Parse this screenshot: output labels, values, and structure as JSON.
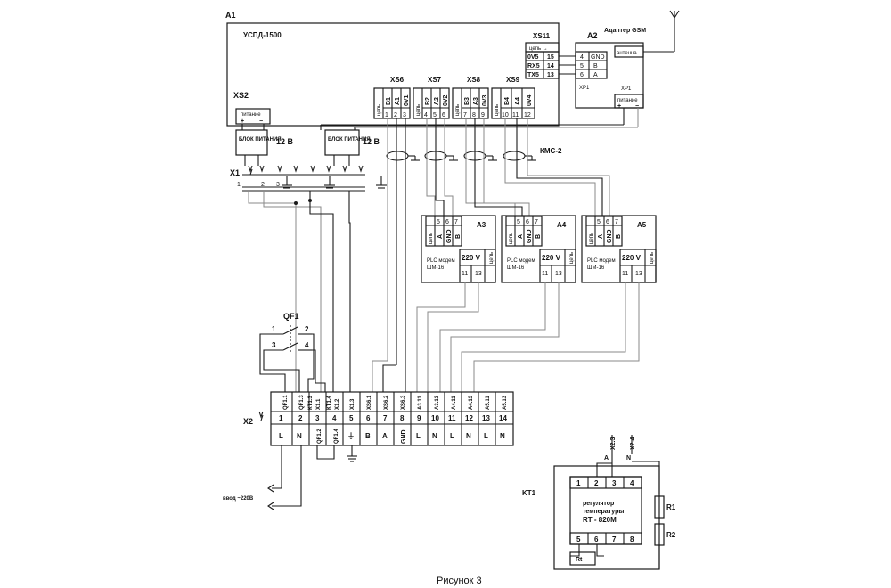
{
  "usp": {
    "label": "A1",
    "title": "УСПД-1500",
    "xs2": "XS2",
    "xs2_label": "питание"
  },
  "xs11": {
    "name": "XS11",
    "arrow": "цепь →",
    "rows": [
      {
        "sig": "0V5",
        "pin": "15"
      },
      {
        "sig": "RX5",
        "pin": "14"
      },
      {
        "sig": "TX5",
        "pin": "13"
      }
    ]
  },
  "gsm": {
    "label": "A2",
    "title": "Адаптер GSM",
    "antenna": "антенна",
    "xp1_left": "XP1",
    "xp1_right": "XP1",
    "xp1_label": "питание",
    "rows": [
      {
        "pin": "4",
        "sig": "GND"
      },
      {
        "pin": "5",
        "sig": "B"
      },
      {
        "pin": "6",
        "sig": "A"
      }
    ]
  },
  "xs_blocks": [
    {
      "name": "XS6",
      "arrow": "цепь",
      "sigs": [
        "B1",
        "A1",
        "0V1"
      ],
      "pins": [
        "1",
        "2",
        "3"
      ]
    },
    {
      "name": "XS7",
      "arrow": "цепь",
      "sigs": [
        "B2",
        "A2",
        "0V2"
      ],
      "pins": [
        "4",
        "5",
        "6"
      ]
    },
    {
      "name": "XS8",
      "arrow": "цепь",
      "sigs": [
        "B3",
        "A3",
        "0V3"
      ],
      "pins": [
        "7",
        "8",
        "9"
      ]
    },
    {
      "name": "XS9",
      "arrow": "цепь",
      "sigs": [
        "B4",
        "A4",
        "0V4"
      ],
      "pins": [
        "10",
        "11",
        "12"
      ]
    }
  ],
  "psu": [
    {
      "label": "БЛОК ПИТАНИЯ",
      "voltage": "12 В"
    },
    {
      "label": "БЛОК ПИТАНИЯ",
      "voltage": "12 В"
    }
  ],
  "cable_label": "КМС-2",
  "x1": {
    "name": "X1",
    "pins": [
      "1",
      "2",
      "3"
    ]
  },
  "modems": [
    {
      "name": "A3",
      "pins": [
        "5",
        "6",
        "7"
      ],
      "arrow": "цепь",
      "sigs": [
        "A",
        "GND",
        "B"
      ],
      "line1": "PLC модем",
      "line2": "ШМ-16",
      "voltage": "220 V",
      "right": "цепь",
      "bottom_pins": [
        "11",
        "13"
      ]
    },
    {
      "name": "A4",
      "pins": [
        "5",
        "6",
        "7"
      ],
      "arrow": "цепь",
      "sigs": [
        "A",
        "GND",
        "B"
      ],
      "line1": "PLC модем",
      "line2": "ШМ-16",
      "voltage": "220 V",
      "right": "цепь",
      "bottom_pins": [
        "11",
        "13"
      ]
    },
    {
      "name": "A5",
      "pins": [
        "5",
        "6",
        "7"
      ],
      "arrow": "цепь",
      "sigs": [
        "A",
        "GND",
        "B"
      ],
      "line1": "PLC модем",
      "line2": "ШМ-16",
      "voltage": "220 V",
      "right": "цепь",
      "bottom_pins": [
        "11",
        "13"
      ]
    }
  ],
  "qf1": {
    "name": "QF1",
    "pins": [
      "1",
      "2",
      "3",
      "4"
    ]
  },
  "x2": {
    "name": "X2",
    "top": [
      "QF1.1",
      "QF1.3",
      "КТ1.3",
      "X1.1",
      "КТ1.4",
      "X1.2",
      "X1.3",
      "XS6.1",
      "XS6.2",
      "XS6.3",
      "A3.11",
      "A3.13",
      "A4.11",
      "A4.13",
      "A5.11",
      "A5.13"
    ],
    "nums": [
      "1",
      "2",
      "3",
      "4",
      "5",
      "6",
      "7",
      "8",
      "9",
      "10",
      "11",
      "12",
      "13",
      "14"
    ],
    "bottom": [
      "L",
      "N",
      "QF1.2",
      "QF1.4",
      "⏚",
      "B",
      "A",
      "GND",
      "L",
      "N",
      "L",
      "N",
      "L",
      "N"
    ]
  },
  "feed": "ввод ~220В",
  "kt1": {
    "name": "KT1",
    "top_pins": [
      "1",
      "2",
      "3",
      "4"
    ],
    "bottom_pins": [
      "5",
      "6",
      "7",
      "8"
    ],
    "line1": "регулятор",
    "line2": "температуры",
    "line3": "RT - 820M",
    "wire1": "X2.3",
    "wire2": "X2.4",
    "sig1": "A",
    "sig2": "N",
    "rt": "Rt",
    "r1": "R1",
    "r2": "R2"
  },
  "caption": "Рисунок 3"
}
